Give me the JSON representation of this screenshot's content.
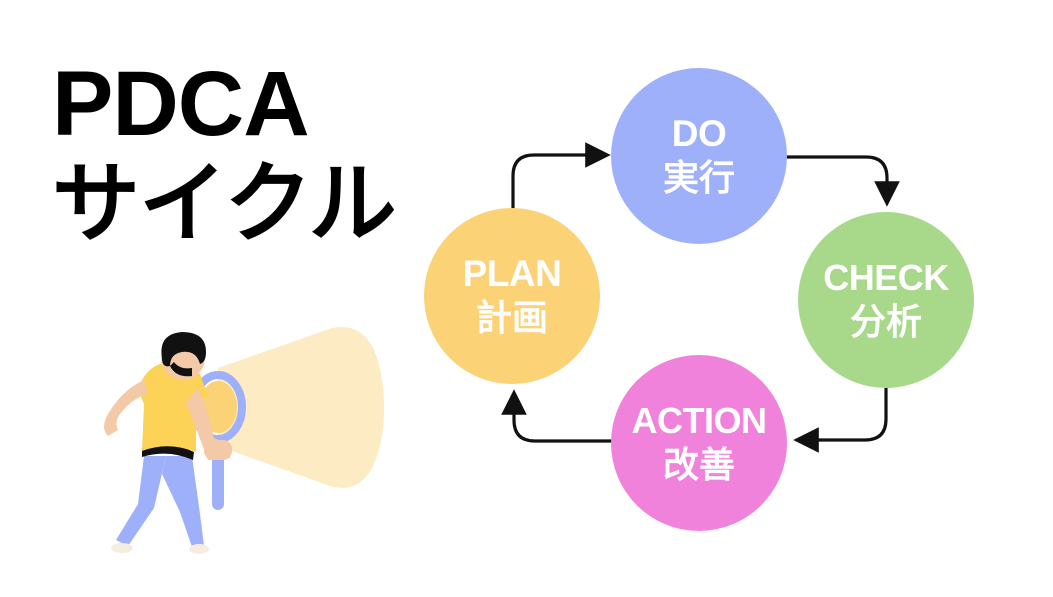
{
  "title": {
    "line1": "PDCA",
    "line2": "サイクル"
  },
  "colors": {
    "plan": "#fcd277",
    "do": "#9fb0fa",
    "check": "#a8d98a",
    "action": "#f082dc",
    "arrow": "#111111",
    "label_text": "#ffffff",
    "title_text": "#000000",
    "beam": "#fdecc3",
    "shirt": "#fcd257",
    "pants": "#9fb0fa",
    "skin": "#f3c9a8",
    "hair": "#111111",
    "shoe": "#f7ece0"
  },
  "diagram": {
    "type": "cycle",
    "direction": "clockwise",
    "nodes": [
      {
        "id": "plan",
        "en": "PLAN",
        "jp": "計画",
        "color": "#fcd277",
        "position": "left"
      },
      {
        "id": "do",
        "en": "DO",
        "jp": "実行",
        "color": "#9fb0fa",
        "position": "top"
      },
      {
        "id": "check",
        "en": "CHECK",
        "jp": "分析",
        "color": "#a8d98a",
        "position": "right"
      },
      {
        "id": "action",
        "en": "ACTION",
        "jp": "改善",
        "color": "#f082dc",
        "position": "bottom"
      }
    ],
    "arrows": [
      {
        "from": "plan",
        "to": "do",
        "head": "right"
      },
      {
        "from": "do",
        "to": "check",
        "head": "down"
      },
      {
        "from": "check",
        "to": "action",
        "head": "left"
      },
      {
        "from": "action",
        "to": "plan",
        "head": "up"
      }
    ]
  },
  "illustration": {
    "name": "person-with-magnifying-glass",
    "description": "人物と虫眼鏡"
  }
}
